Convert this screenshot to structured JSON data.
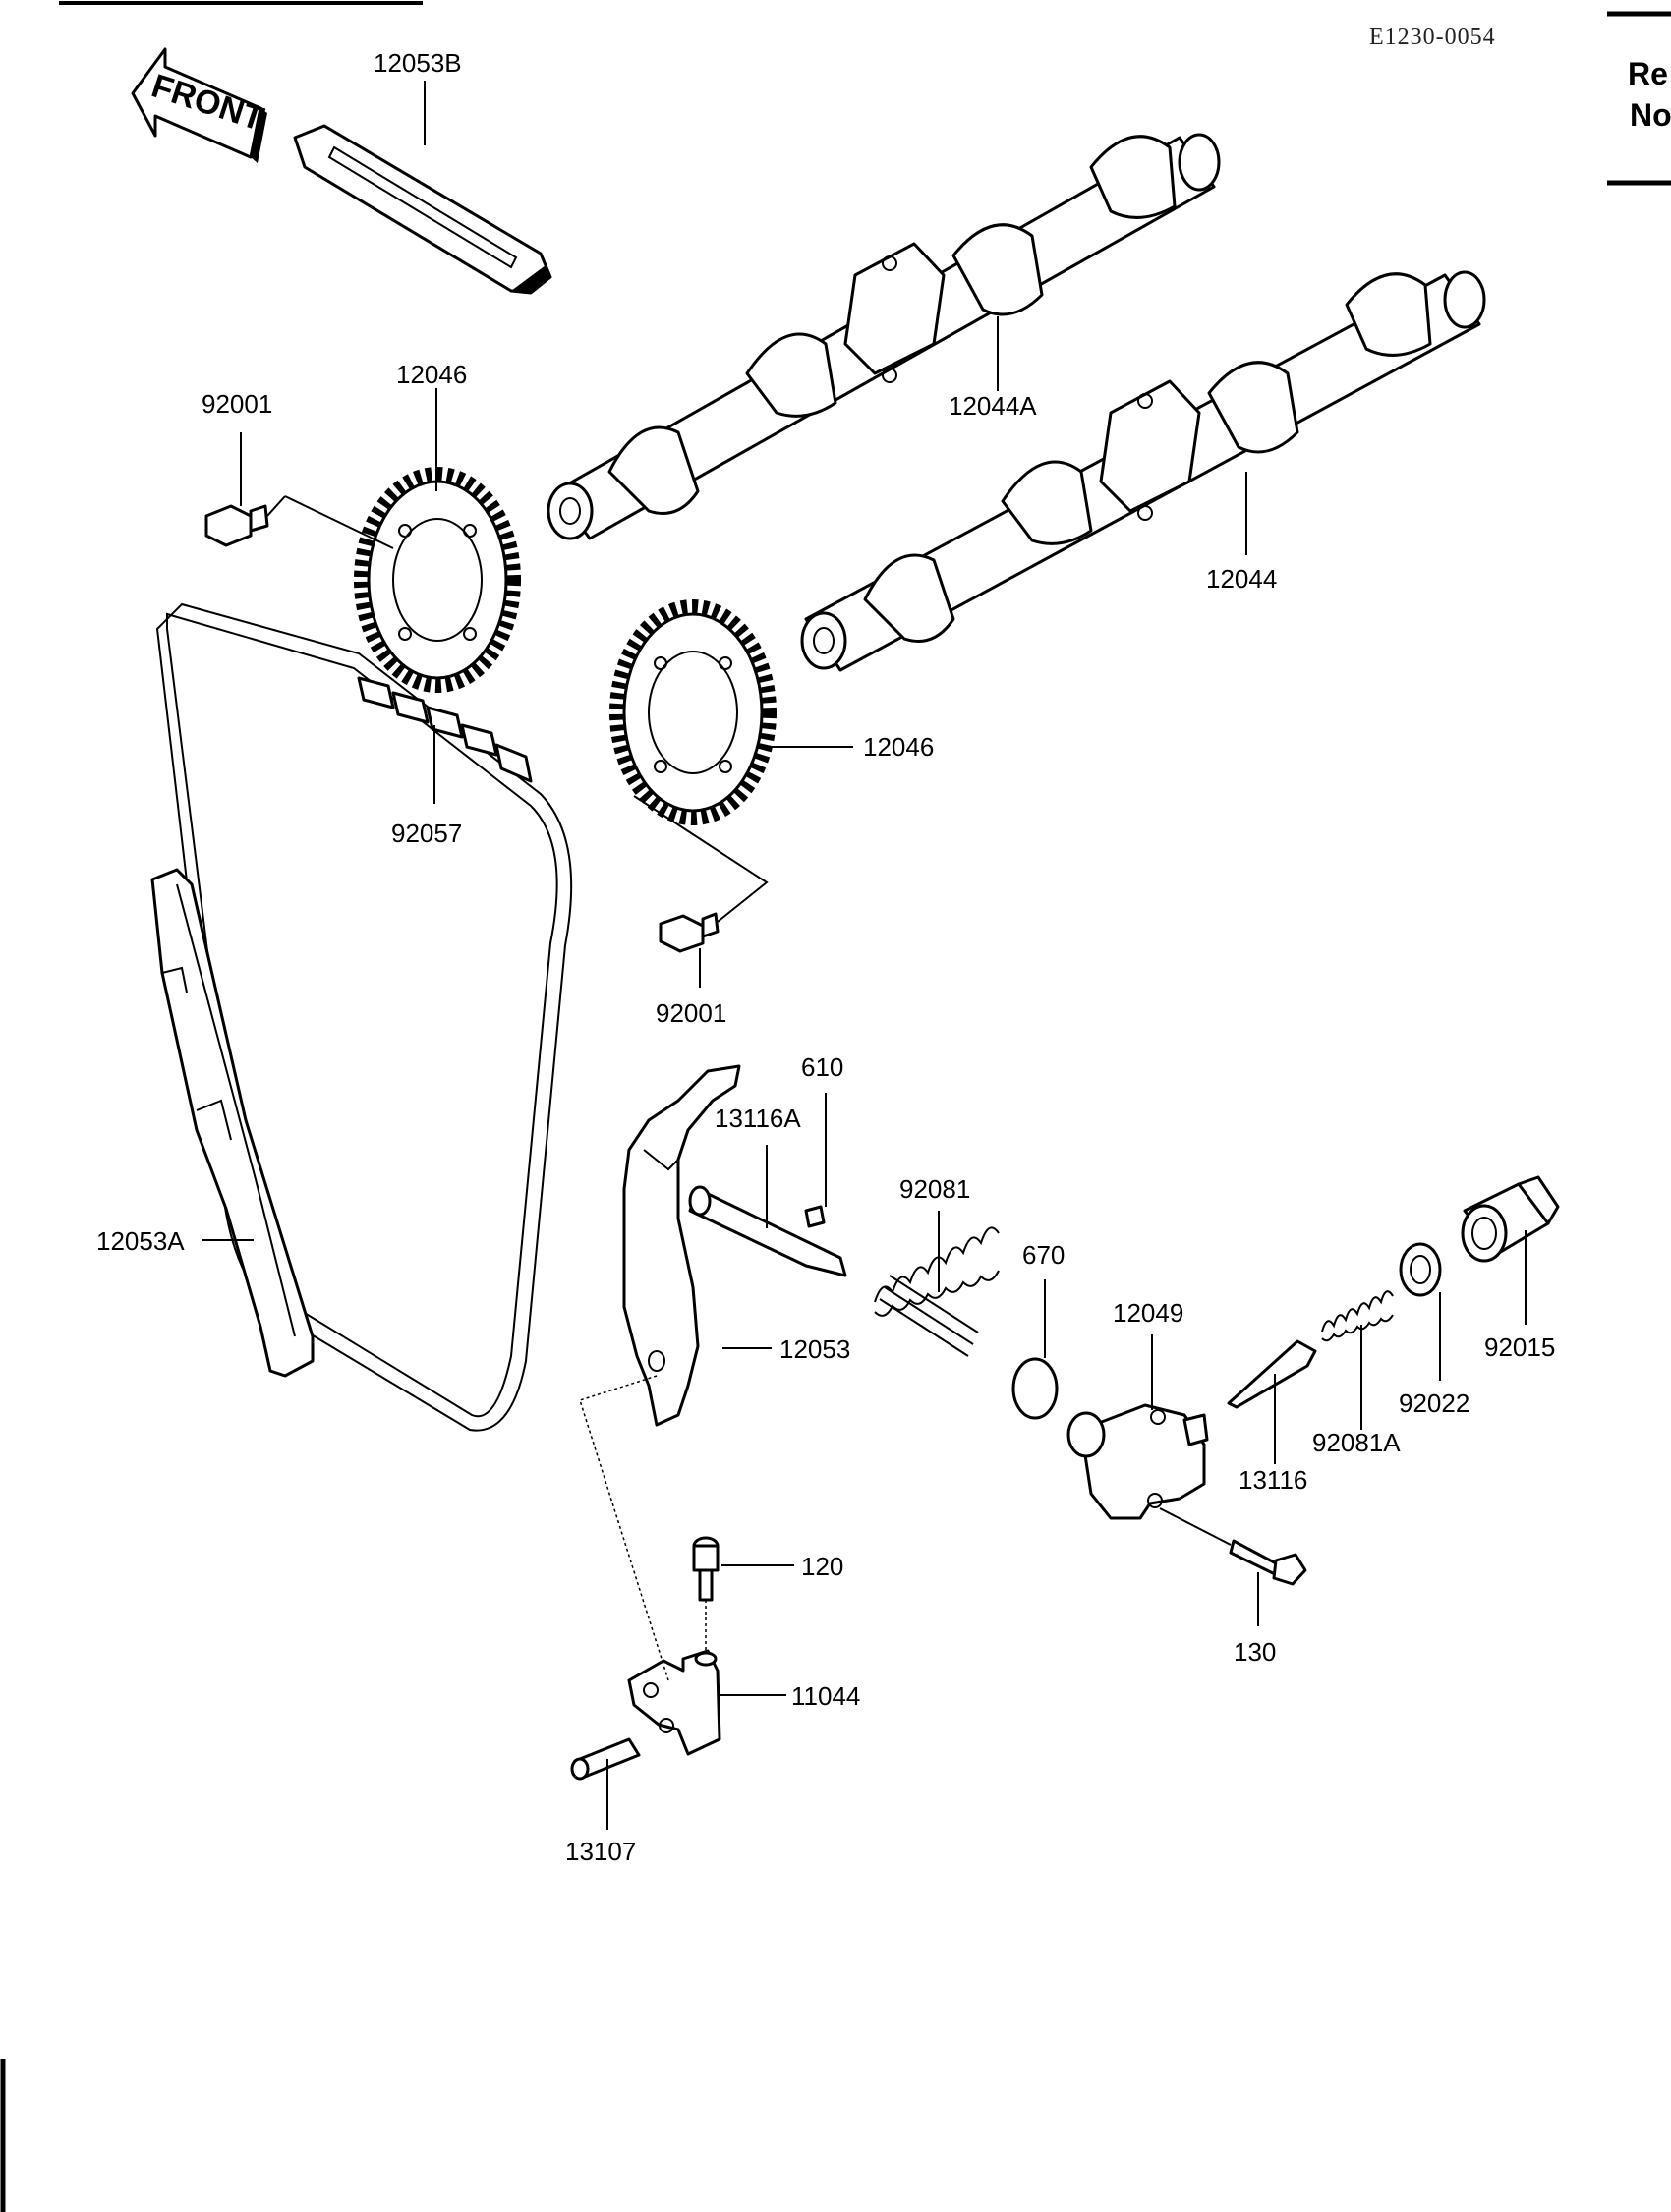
{
  "ref_code": "E1230-0054",
  "side_text": [
    "Re",
    "No"
  ],
  "front_label": "FRONT",
  "parts": {
    "guide_top": "12053B",
    "sprocket_upper": "12046",
    "bolt_upper": "92001",
    "camshaft_upper": "12044A",
    "camshaft_lower": "12044",
    "sprocket_lower": "12046",
    "chain": "92057",
    "bolt_lower": "92001",
    "guide_front": "12053A",
    "oring_small": "610",
    "pin_tensioner": "13116A",
    "spring_large": "92081",
    "oring": "670",
    "tensioner_body": "12049",
    "cap": "92015",
    "washer": "92022",
    "spring_small": "92081A",
    "plunger": "13116",
    "guide_rear": "12053",
    "screw": "120",
    "bracket": "11044",
    "bolt_tensioner": "130",
    "pin": "13107"
  }
}
